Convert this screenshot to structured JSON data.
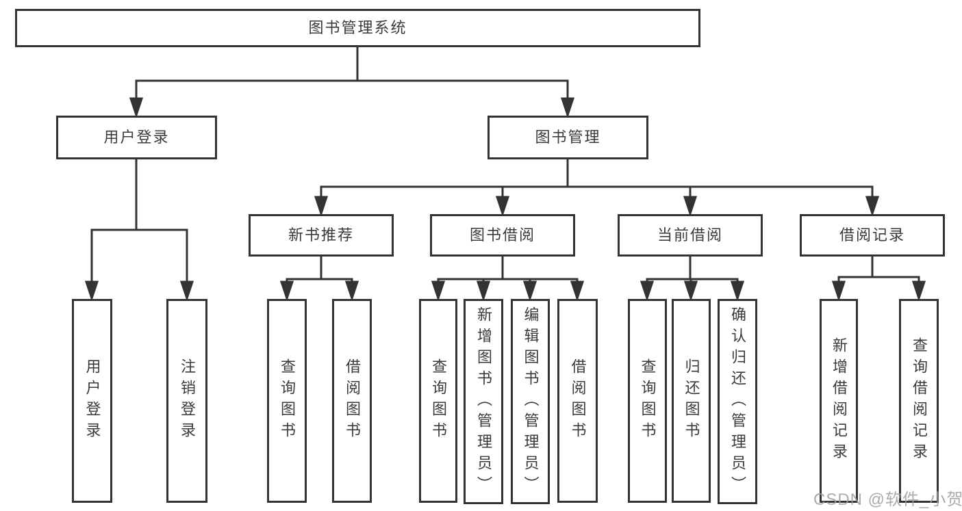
{
  "diagram_type": "hierarchy-tree",
  "colors": {
    "line": "#333333",
    "box_border": "#333333",
    "box_fill": "#ffffff",
    "text": "#3a3a3a",
    "watermark_text": "#9e9e9e",
    "background": "#ffffff"
  },
  "tree": {
    "label": "图书管理系统",
    "children": [
      {
        "label": "用户登录",
        "children": [
          {
            "label": "用户登录"
          },
          {
            "label": "注销登录"
          }
        ]
      },
      {
        "label": "图书管理",
        "children": [
          {
            "label": "新书推荐",
            "children": [
              {
                "label": "查询图书"
              },
              {
                "label": "借阅图书"
              }
            ]
          },
          {
            "label": "图书借阅",
            "children": [
              {
                "label": "查询图书"
              },
              {
                "label": "新增图书（管理员）"
              },
              {
                "label": "编辑图书（管理员）"
              },
              {
                "label": "借阅图书"
              }
            ]
          },
          {
            "label": "当前借阅",
            "children": [
              {
                "label": "查询图书"
              },
              {
                "label": "归还图书"
              },
              {
                "label": "确认归还（管理员）"
              }
            ]
          },
          {
            "label": "借阅记录",
            "children": [
              {
                "label": "新增借阅记录"
              },
              {
                "label": "查询借阅记录"
              }
            ]
          }
        ]
      }
    ]
  },
  "watermark": {
    "text": "CSDN @软件_小贺同学"
  }
}
